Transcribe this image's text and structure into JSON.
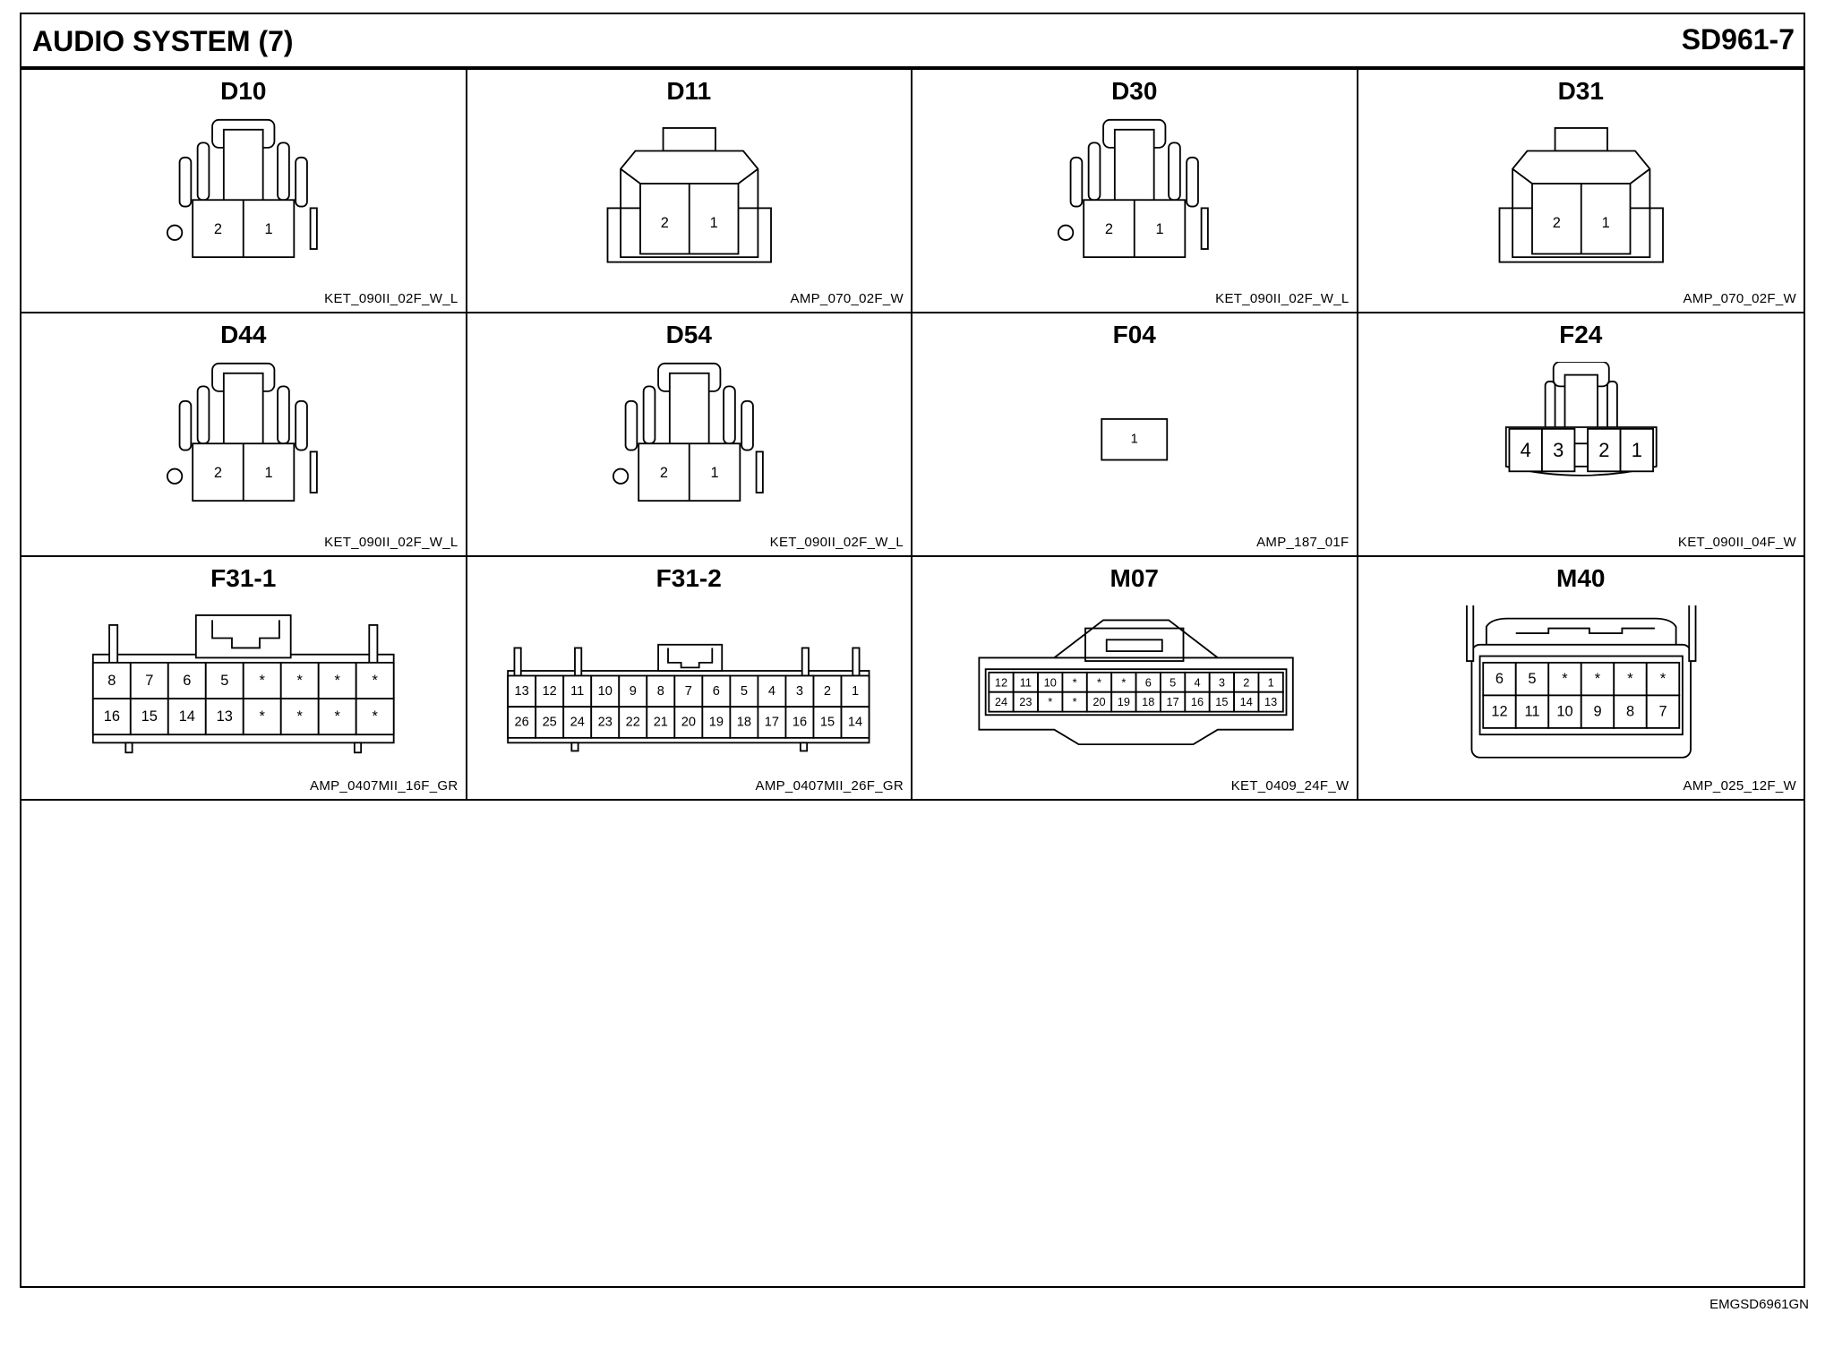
{
  "header": {
    "title": "AUDIO SYSTEM (7)",
    "code": "SD961-7"
  },
  "footer": {
    "ref": "EMGSD6961GN"
  },
  "connectors": [
    {
      "name": "D10",
      "part": "KET_090II_02F_W_L",
      "shape": "ket2",
      "pins": [
        "2",
        "1"
      ]
    },
    {
      "name": "D11",
      "part": "AMP_070_02F_W",
      "shape": "amp2",
      "pins": [
        "2",
        "1"
      ]
    },
    {
      "name": "D30",
      "part": "KET_090II_02F_W_L",
      "shape": "ket2",
      "pins": [
        "2",
        "1"
      ]
    },
    {
      "name": "D31",
      "part": "AMP_070_02F_W",
      "shape": "amp2",
      "pins": [
        "2",
        "1"
      ]
    },
    {
      "name": "D44",
      "part": "KET_090II_02F_W_L",
      "shape": "ket2",
      "pins": [
        "2",
        "1"
      ]
    },
    {
      "name": "D54",
      "part": "KET_090II_02F_W_L",
      "shape": "ket2",
      "pins": [
        "2",
        "1"
      ]
    },
    {
      "name": "F04",
      "part": "AMP_187_01F",
      "shape": "single",
      "pins": [
        "1"
      ]
    },
    {
      "name": "F24",
      "part": "KET_090II_04F_W",
      "shape": "ket4",
      "pins": [
        "4",
        "3",
        "2",
        "1"
      ]
    },
    {
      "name": "F31-1",
      "part": "AMP_0407MII_16F_GR",
      "shape": "grid16",
      "rows": [
        [
          "8",
          "7",
          "6",
          "5",
          "*",
          "*",
          "*",
          "*"
        ],
        [
          "16",
          "15",
          "14",
          "13",
          "*",
          "*",
          "*",
          "*"
        ]
      ]
    },
    {
      "name": "F31-2",
      "part": "AMP_0407MII_26F_GR",
      "shape": "grid26",
      "rows": [
        [
          "13",
          "12",
          "11",
          "10",
          "9",
          "8",
          "7",
          "6",
          "5",
          "4",
          "3",
          "2",
          "1"
        ],
        [
          "26",
          "25",
          "24",
          "23",
          "22",
          "21",
          "20",
          "19",
          "18",
          "17",
          "16",
          "15",
          "14"
        ]
      ]
    },
    {
      "name": "M07",
      "part": "KET_0409_24F_W",
      "shape": "grid24",
      "rows": [
        [
          "12",
          "11",
          "10",
          "*",
          "*",
          "*",
          "6",
          "5",
          "4",
          "3",
          "2",
          "1"
        ],
        [
          "24",
          "23",
          "*",
          "*",
          "20",
          "19",
          "18",
          "17",
          "16",
          "15",
          "14",
          "13"
        ]
      ]
    },
    {
      "name": "M40",
      "part": "AMP_025_12F_W",
      "shape": "grid12",
      "rows": [
        [
          "6",
          "5",
          "*",
          "*",
          "*",
          "*"
        ],
        [
          "12",
          "11",
          "10",
          "9",
          "8",
          "7"
        ]
      ]
    }
  ]
}
